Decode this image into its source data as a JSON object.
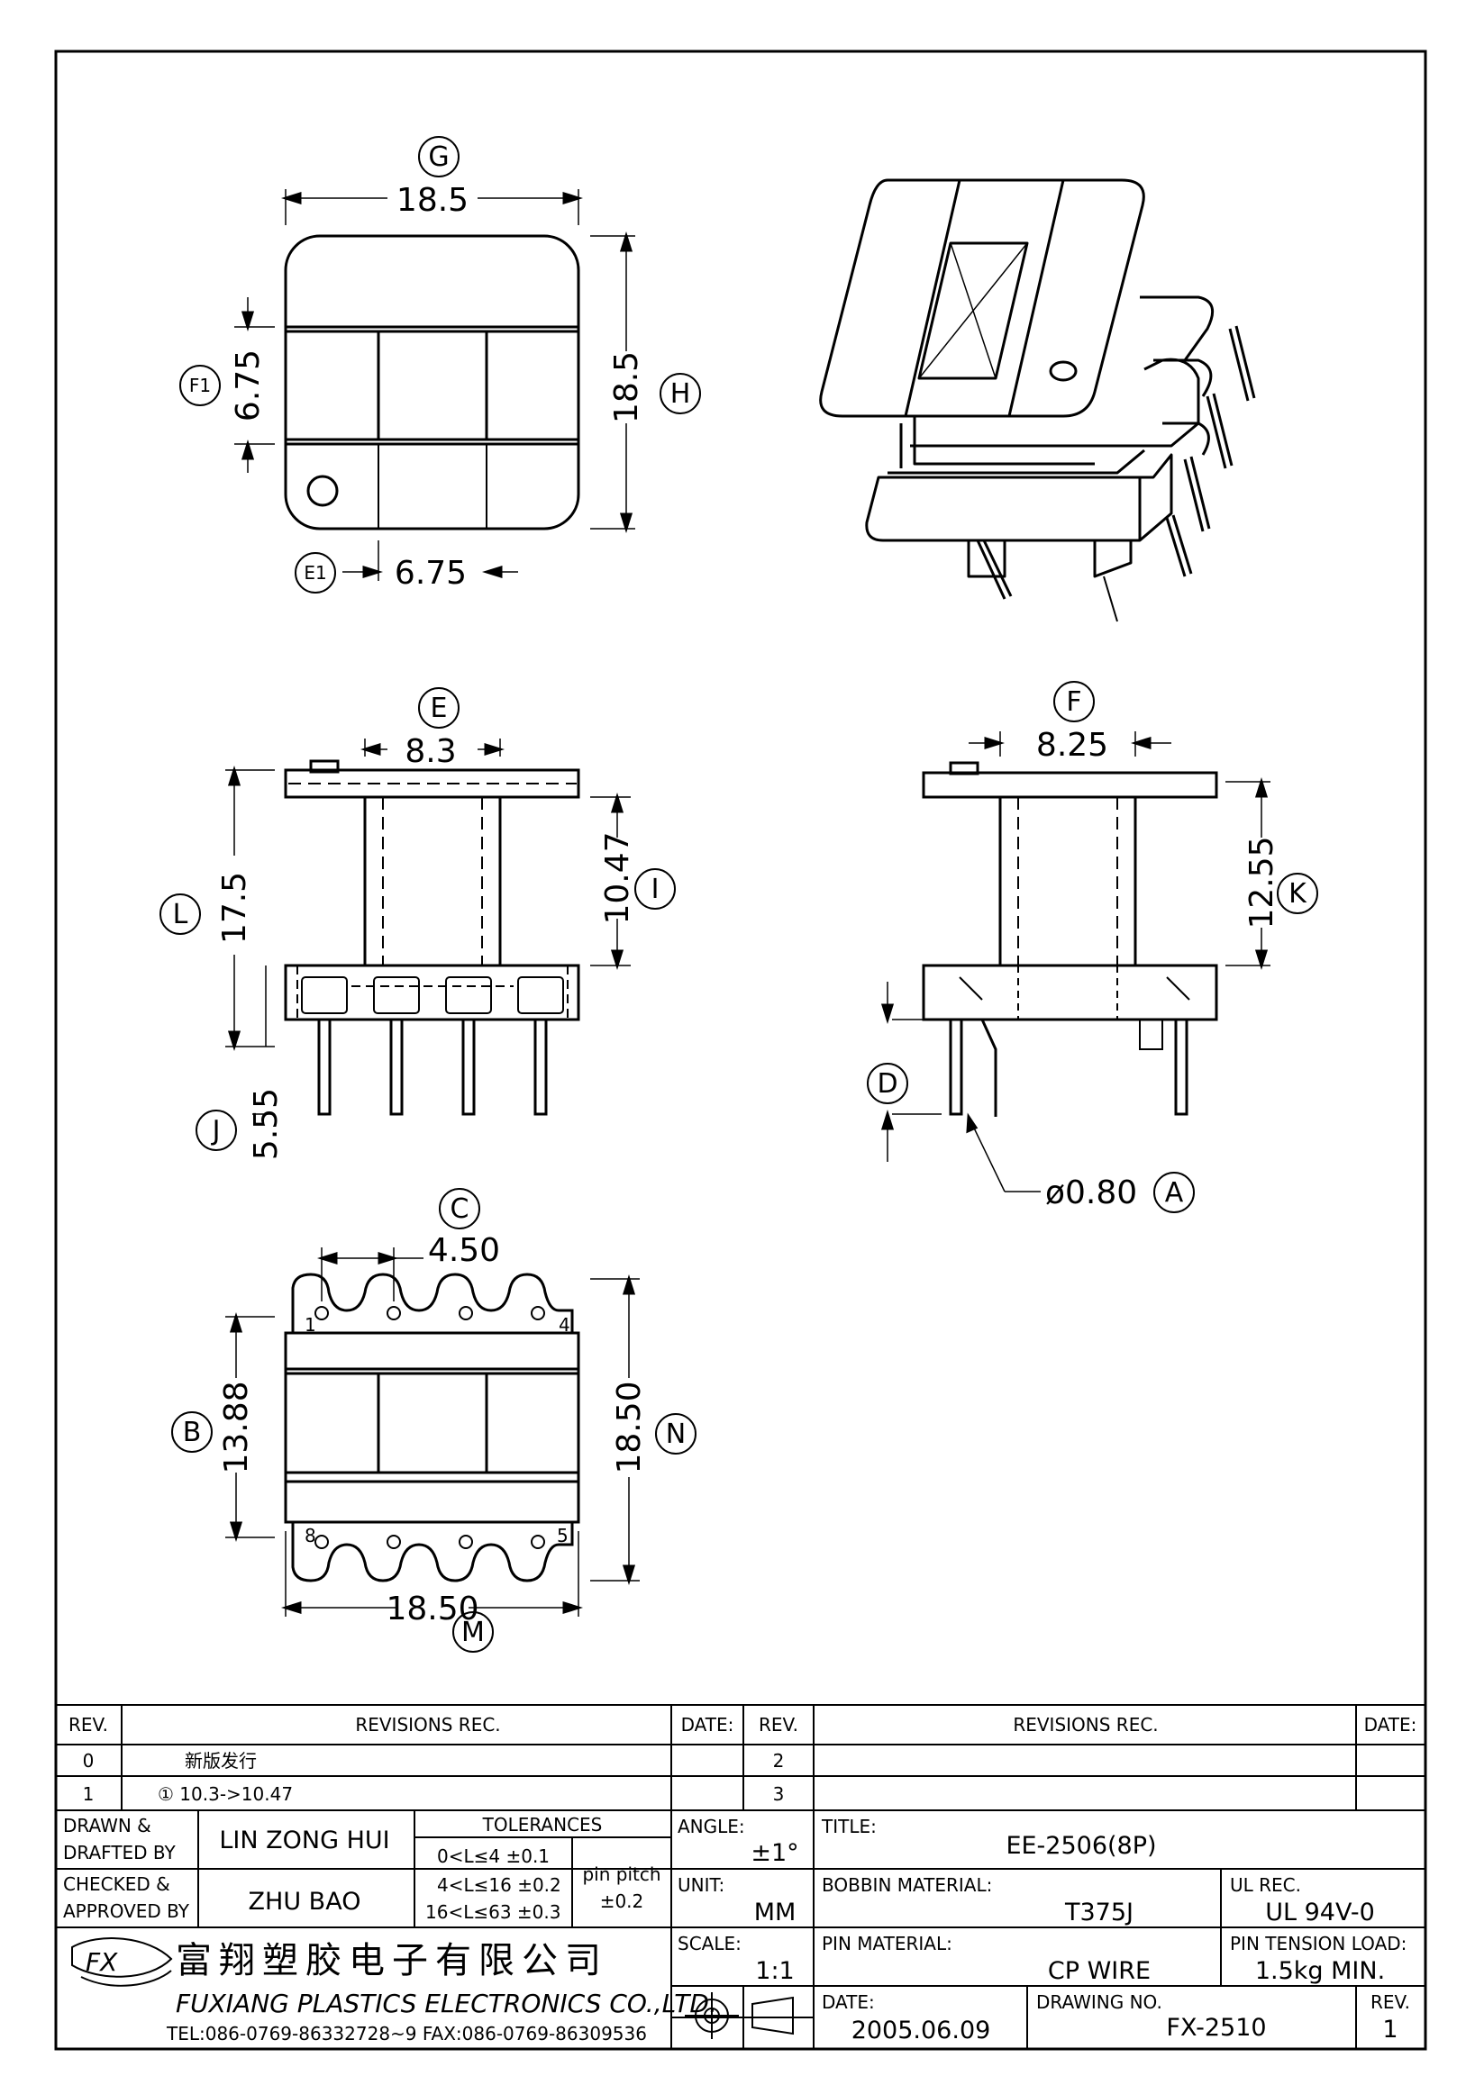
{
  "views": {
    "top": {
      "g_label": "G",
      "width": "18.5",
      "h_label": "H",
      "height": "18.5",
      "f1_label": "F1",
      "f1_value": "6.75",
      "e1_label": "E1",
      "e1_value": "6.75"
    },
    "front": {
      "e_label": "E",
      "e_value": "8.3",
      "l_label": "L",
      "l_value": "17.5",
      "i_label": "I",
      "i_value": "10.47",
      "j_label": "J",
      "j_value": "5.55"
    },
    "side": {
      "f_label": "F",
      "f_value": "8.25",
      "k_label": "K",
      "k_value": "12.55",
      "d_label": "D",
      "a_label": "A",
      "pin_dia": "ø0.80"
    },
    "bottom": {
      "c_label": "C",
      "c_value": "4.50",
      "b_label": "B",
      "b_value": "13.88",
      "n_label": "N",
      "n_value": "18.50",
      "m_label": "M",
      "m_value": "18.50",
      "pin_numbers": [
        "1",
        "4",
        "8",
        "5"
      ]
    }
  },
  "revisions": {
    "headers": {
      "rev": "REV.",
      "records": "REVISIONS   REC.",
      "date": "DATE:"
    },
    "left_rows": [
      {
        "rev": "0",
        "record": "新版发行",
        "date": ""
      },
      {
        "rev": "1",
        "record": "① 10.3->10.47",
        "date": ""
      }
    ],
    "right_rows": [
      {
        "rev": "2",
        "record": "",
        "date": ""
      },
      {
        "rev": "3",
        "record": "",
        "date": ""
      }
    ]
  },
  "title_block": {
    "drawn_label_1": "DRAWN  &",
    "drawn_label_2": "DRAFTED  BY",
    "drawn_name": "LIN ZONG HUI",
    "checked_label_1": "CHECKED  &",
    "checked_label_2": "APPROVED  BY",
    "checked_name": "ZHU BAO",
    "tolerances_label": "TOLERANCES",
    "tolerances": [
      "0<L≤4    ±0.1",
      "4<L≤16  ±0.2",
      "16<L≤63  ±0.3"
    ],
    "pin_pitch_label": "pin  pitch",
    "pin_pitch_value": "±0.2",
    "angle_label": "ANGLE:",
    "angle_value": "±1°",
    "unit_label": "UNIT:",
    "unit_value": "MM",
    "scale_label": "SCALE:",
    "scale_value": "1:1",
    "title_label": "TITLE:",
    "title_value": "EE-2506(8P)",
    "bobbin_label": "BOBBIN  MATERIAL:",
    "bobbin_value": "T375J",
    "ul_label": "UL  REC.",
    "ul_value": "UL  94V-0",
    "pin_material_label": "PIN  MATERIAL:",
    "pin_material_value": "CP  WIRE",
    "pin_tension_label": "PIN  TENSION  LOAD:",
    "pin_tension_value": "1.5kg  MIN.",
    "date_label": "DATE:",
    "date_value": "2005.06.09",
    "drawing_no_label": "DRAWING  NO.",
    "drawing_no_value": "FX-2510",
    "rev_label": "REV.",
    "rev_value": "1"
  },
  "company": {
    "logo_text": "FX",
    "name_cn": "富翔塑胶电子有限公司",
    "name_en": "FUXIANG  PLASTICS  ELECTRONICS  CO.,LTD.",
    "contact": "TEL:086-0769-86332728~9  FAX:086-0769-86309536"
  }
}
